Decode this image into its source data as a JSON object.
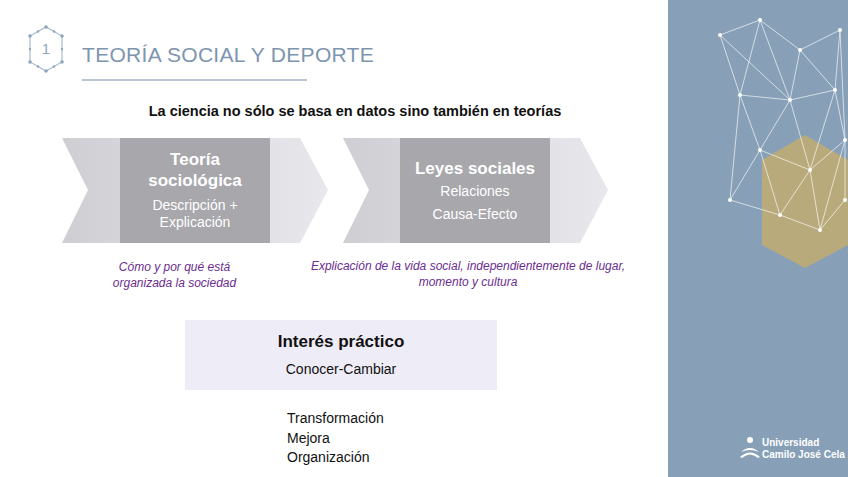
{
  "diagram": {
    "title": "TEORÍA SOCIAL Y DEPORTE",
    "nodes": [
      {
        "text": [
          "1"
        ]
      },
      {
        "text": [
          "Teoría sociológica",
          "Descripción + Explicación"
        ]
      },
      {
        "text": [
          "Leyes sociales",
          "Relaciones",
          "Causa-Efecto"
        ]
      },
      {
        "text": [
          "Interés práctico",
          "Conocer-Cambiar"
        ]
      }
    ],
    "labels": [
      "La ciencia no sólo se basa en datos sino también en teorías",
      "Cómo y por qué está organizada la sociedad",
      "Explicación de la vida social, independientemente de lugar, momento y cultura",
      "Transformación",
      "Mejora",
      "Organización",
      "Universidad",
      "Camilo José Cela"
    ]
  }
}
